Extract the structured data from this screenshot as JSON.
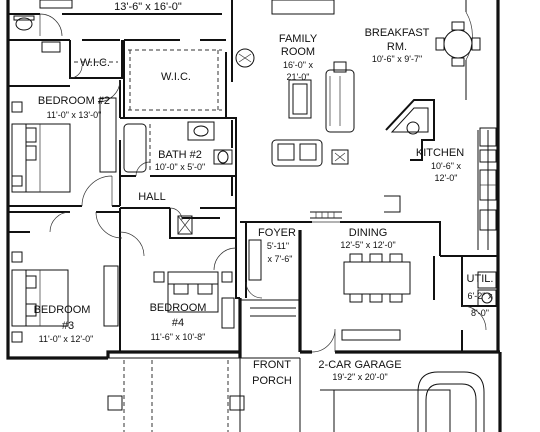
{
  "rooms": {
    "top_room": {
      "dims": "13'-6\" x 16'-0\""
    },
    "family_room": {
      "name": "FAMILY ROOM",
      "line1": "FAMILY",
      "line2": "ROOM",
      "dim1": "16'-0\" x",
      "dim2": "21'-0\""
    },
    "breakfast": {
      "line1": "BREAKFAST",
      "line2": "RM.",
      "dims": "10'-6\" x 9'-7\""
    },
    "wic_small": {
      "name": "W.I.C."
    },
    "wic_large": {
      "name": "W.I.C."
    },
    "bedroom2": {
      "name": "BEDROOM #2",
      "dims": "11'-0\" x 13'-0\""
    },
    "bath2": {
      "name": "BATH #2",
      "dims": "10'-0\" x 5'-0\""
    },
    "kitchen": {
      "name": "KITCHEN",
      "dim1": "10'-6\" x",
      "dim2": "12'-0\""
    },
    "hall": {
      "name": "HALL"
    },
    "foyer": {
      "name": "FOYER",
      "dim1": "5'-11\"",
      "dim2": "x 7'-6\""
    },
    "dining": {
      "name": "DINING",
      "dims": "12'-5\" x 12'-0\""
    },
    "bedroom3": {
      "line1": "BEDROOM",
      "line2": "#3",
      "dims": "11'-0\" x 12'-0\""
    },
    "bedroom4": {
      "line1": "BEDROOM",
      "line2": "#4",
      "dims": "11'-6\" x 10'-8\""
    },
    "util": {
      "name": "UTIL.",
      "dim1": "6'-2\" x",
      "dim2": "8'-0\""
    },
    "front_porch": {
      "line1": "FRONT",
      "line2": "PORCH"
    },
    "garage": {
      "name": "2-CAR GARAGE",
      "dims": "19'-2\" x 20'-0\""
    }
  }
}
